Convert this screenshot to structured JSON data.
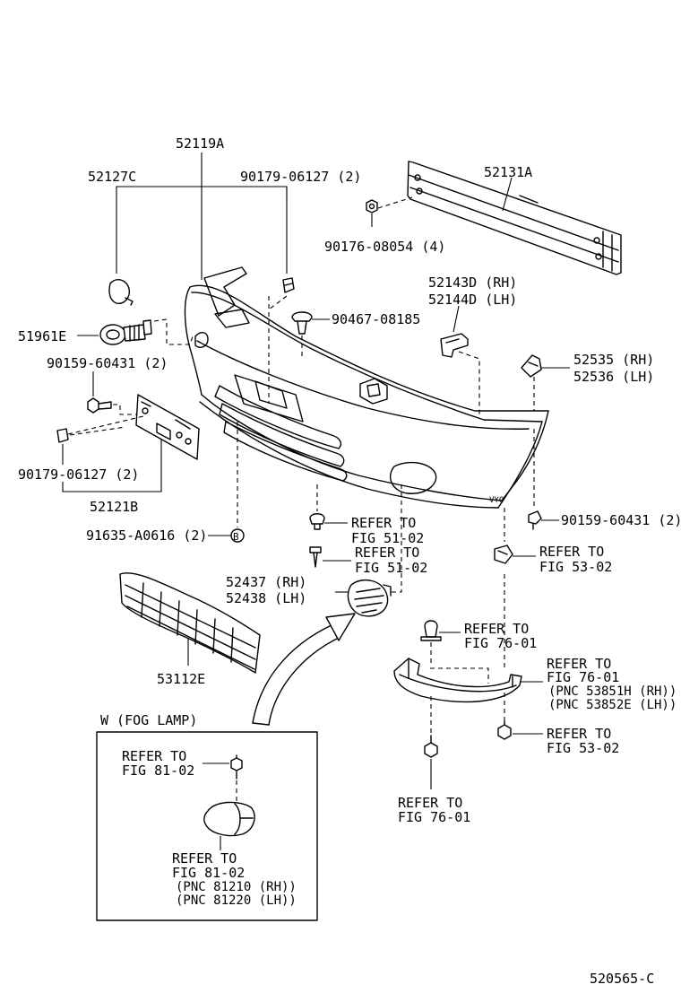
{
  "diagram_id": "520565-C",
  "labels": {
    "p52119A": "52119A",
    "p52127C": "52127C",
    "p90179_06127_top": "90179-06127 (2)",
    "p52131A": "52131A",
    "p90176_08054": "90176-08054 (4)",
    "p52143D": "52143D (RH)",
    "p52144D": "52144D (LH)",
    "p51961E": "51961E",
    "p90467_08185": "90467-08185",
    "p52535": "52535 (RH)",
    "p52536": "52536 (LH)",
    "p90159_60431_left": "90159-60431 (2)",
    "p90179_06127_bottom": "90179-06127 (2)",
    "p52121B": "52121B",
    "p91635_A0616": "91635-A0616 (2)",
    "circle_b": "B",
    "p90159_60431_right": "90159-60431 (2)",
    "refer_to": "REFER TO",
    "fig_51_02": "FIG 51-02",
    "fig_53_02": "FIG 53-02",
    "fig_76_01": "FIG 76-01",
    "fig_81_02": "FIG 81-02",
    "p52437": "52437 (RH)",
    "p52438": "52438 (LH)",
    "p53112E": "53112E",
    "pnc_53851H": "(PNC 53851H (RH))",
    "pnc_53852E": "(PNC 53852E (LH))",
    "fog_lamp_title": "W (FOG LAMP)",
    "pnc_81210": "(PNC 81210 (RH))",
    "pnc_81220": "(PNC 81220 (LH))"
  }
}
